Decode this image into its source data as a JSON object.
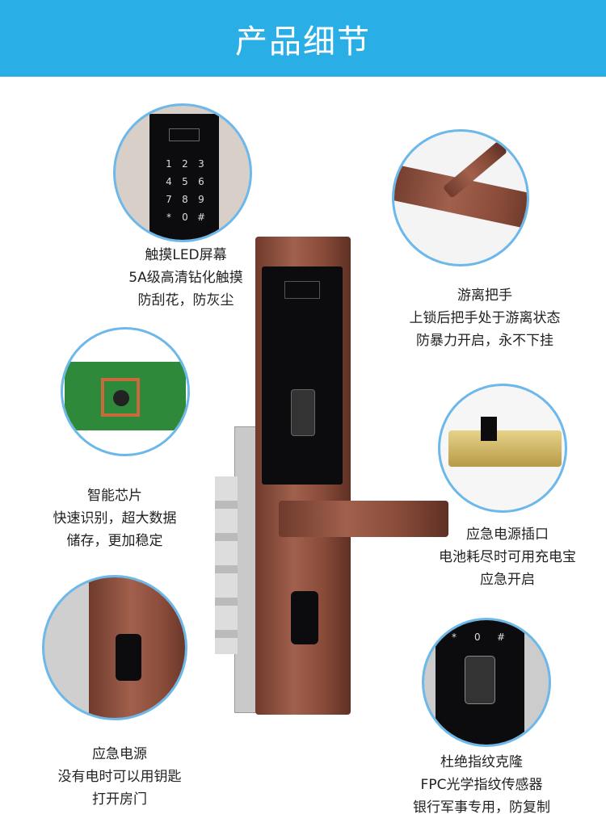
{
  "header": {
    "title": "产品细节"
  },
  "features": [
    {
      "title": "触摸LED屏幕",
      "lines": [
        "5A级高清钻化触摸",
        "防刮花，防灰尘"
      ]
    },
    {
      "title": "游离把手",
      "lines": [
        "上锁后把手处于游离状态",
        "防暴力开启，永不下挂"
      ]
    },
    {
      "title": "智能芯片",
      "lines": [
        "快速识别，超大数据",
        "储存，更加稳定"
      ]
    },
    {
      "title": "应急电源插口",
      "lines": [
        "电池耗尽时可用充电宝",
        "应急开启"
      ]
    },
    {
      "title": "应急电源",
      "lines": [
        "没有电时可以用钥匙",
        "打开房门"
      ]
    },
    {
      "title": "杜绝指纹克隆",
      "lines": [
        "FPC光学指纹传感器",
        "银行军事专用，防复制"
      ]
    }
  ],
  "keypad": [
    "1",
    "2",
    "3",
    "4",
    "5",
    "6",
    "7",
    "8",
    "9",
    "*",
    "0",
    "#"
  ],
  "colors": {
    "header": "#2aaee6",
    "circle_border": "#6cb8ea",
    "copper": "#8a4c3a"
  }
}
